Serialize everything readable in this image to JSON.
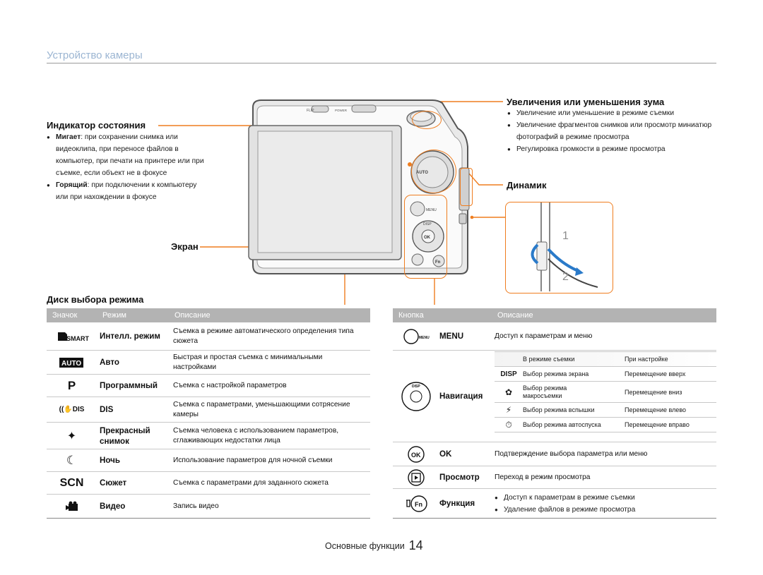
{
  "page": {
    "title": "Устройство камеры",
    "footer_label": "Основные функции",
    "page_number": "14"
  },
  "camera_labels": {
    "status": "Индикатор состояния",
    "screen": "Экран",
    "mode_dial": "Диск выбора режима",
    "zoom": "Увеличения или уменьшения зума",
    "speaker": "Динамик",
    "strap_1": "1",
    "strap_2": "2",
    "body_marks": {
      "flip": "FLIP",
      "power": "POWER",
      "menu": "MENU",
      "disp": "DISP",
      "fn": "Fn",
      "ok": "OK",
      "auto": "AUTO"
    }
  },
  "status_notes": [
    {
      "term": "Мигает",
      "text": ": при сохранении снимка или видеоклипа, при переносе файлов в компьютер, при печати на принтере или при съемке, если объект не в фокусе"
    },
    {
      "term": "Горящий",
      "text": ": при подключении к компьютеру или при нахождении в фокусе"
    }
  ],
  "zoom_notes": [
    "Увеличение или уменьшение в режиме съемки",
    "Увеличение фрагментов снимков или просмотр миниатюр фотографий в режиме просмотра",
    "Регулировка громкости в режиме просмотра"
  ],
  "mode_table": {
    "headers": [
      "Значок",
      "Режим",
      "Описание"
    ],
    "rows": [
      {
        "icon": "smart-auto-icon",
        "mode": "Интелл. режим",
        "desc": "Съемка в режиме автоматического определения типа сюжета"
      },
      {
        "icon": "auto-icon",
        "mode": "Авто",
        "desc": "Быстрая и простая съемка с минимальными настройками"
      },
      {
        "icon": "program-icon",
        "mode": "Программный",
        "desc": "Съемка с настройкой параметров"
      },
      {
        "icon": "dis-icon",
        "mode": "DIS",
        "desc": "Съемка с параметрами, уменьшающими сотрясение камеры"
      },
      {
        "icon": "beauty-shot-icon",
        "mode": "Прекрасный снимок",
        "desc": "Съемка человека с использованием параметров, сглаживающих недостатки лица"
      },
      {
        "icon": "night-icon",
        "mode": "Ночь",
        "desc": "Использование параметров для ночной съемки"
      },
      {
        "icon": "scene-icon",
        "mode": "Сюжет",
        "desc": "Съемка с параметрами для заданного сюжета"
      },
      {
        "icon": "movie-icon",
        "mode": "Видео",
        "desc": "Запись видео"
      }
    ]
  },
  "button_table": {
    "headers": [
      "Кнопка",
      "Описание"
    ],
    "rows": [
      {
        "icon": "menu-button-icon",
        "label": "MENU",
        "desc": "Доступ к параметрам и меню"
      },
      {
        "icon": "navigation-button-icon",
        "label": "Навигация"
      },
      {
        "icon": "ok-button-icon",
        "label": "OK",
        "desc": "Подтверждение выбора параметра или меню"
      },
      {
        "icon": "playback-button-icon",
        "label": "Просмотр",
        "desc": "Переход в режим просмотра"
      },
      {
        "icon": "function-button-icon",
        "label": "Функция",
        "notes": [
          "Доступ к параметрам в режиме съемки",
          "Удаление файлов в режиме просмотра"
        ]
      }
    ]
  },
  "nav_table": {
    "head": [
      "В режиме съемки",
      "При настройке"
    ],
    "rows": [
      {
        "icon": "disp-text",
        "icon_label": "DISP",
        "shoot": "Выбор режима экрана",
        "setup": "Перемещение вверх"
      },
      {
        "icon": "macro-icon",
        "shoot": "Выбор режима макросъемки",
        "setup": "Перемещение вниз"
      },
      {
        "icon": "flash-icon",
        "shoot": "Выбор режима вспышки",
        "setup": "Перемещение влево"
      },
      {
        "icon": "timer-icon",
        "shoot": "Выбор режима автоспуска",
        "setup": "Перемещение вправо"
      }
    ]
  },
  "colors": {
    "accent_orange": "#ef7d1f",
    "table_header_gray": "#b3b3b3",
    "title_blue": "#9bb5d2",
    "strap_arrow_blue": "#2a7ac9"
  }
}
